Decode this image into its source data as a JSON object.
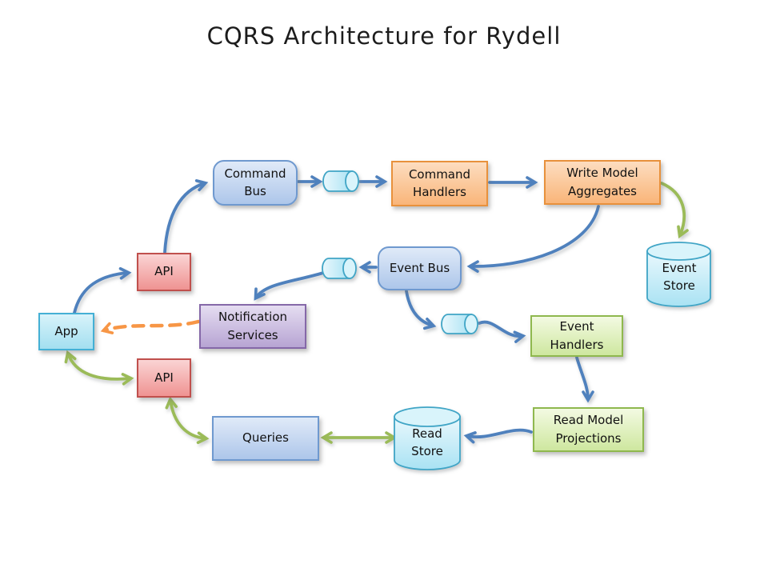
{
  "title": "CQRS Architecture for Rydell",
  "nodes": {
    "command_bus": {
      "line1": "Command",
      "line2": "Bus"
    },
    "command_handlers": {
      "line1": "Command",
      "line2": "Handlers"
    },
    "write_model_aggregates": {
      "line1": "Write Model",
      "line2": "Aggregates"
    },
    "event_store": {
      "line1": "Event",
      "line2": "Store"
    },
    "event_bus": {
      "line1": "Event Bus"
    },
    "notification_services": {
      "line1": "Notification",
      "line2": "Services"
    },
    "app": {
      "line1": "App"
    },
    "api_command": {
      "line1": "API"
    },
    "api_query": {
      "line1": "API"
    },
    "event_handlers": {
      "line1": "Event",
      "line2": "Handlers"
    },
    "read_model_projections": {
      "line1": "Read Model",
      "line2": "Projections"
    },
    "read_store": {
      "line1": "Read",
      "line2": "Store"
    },
    "queries": {
      "line1": "Queries"
    }
  },
  "icons": {
    "command_queue": "horizontal-cylinder-queue-icon",
    "notification_queue": "horizontal-cylinder-queue-icon",
    "event_queue": "horizontal-cylinder-queue-icon",
    "event_store": "database-cylinder-icon",
    "read_store": "database-cylinder-icon"
  },
  "colors": {
    "arrow_blue": "#4F81BD",
    "arrow_green": "#9BBB59",
    "arrow_orange": "#F79646",
    "bus_blue_fill": "#bcd0ee",
    "handler_orange_fill": "#fbc08c",
    "projection_green_fill": "#d9eaae",
    "notification_purple_fill": "#bda9d6",
    "app_cyan_fill": "#b5e6f4",
    "api_red_fill": "#f4a5a4",
    "store_cyan_fill": "#c2eaf7"
  }
}
